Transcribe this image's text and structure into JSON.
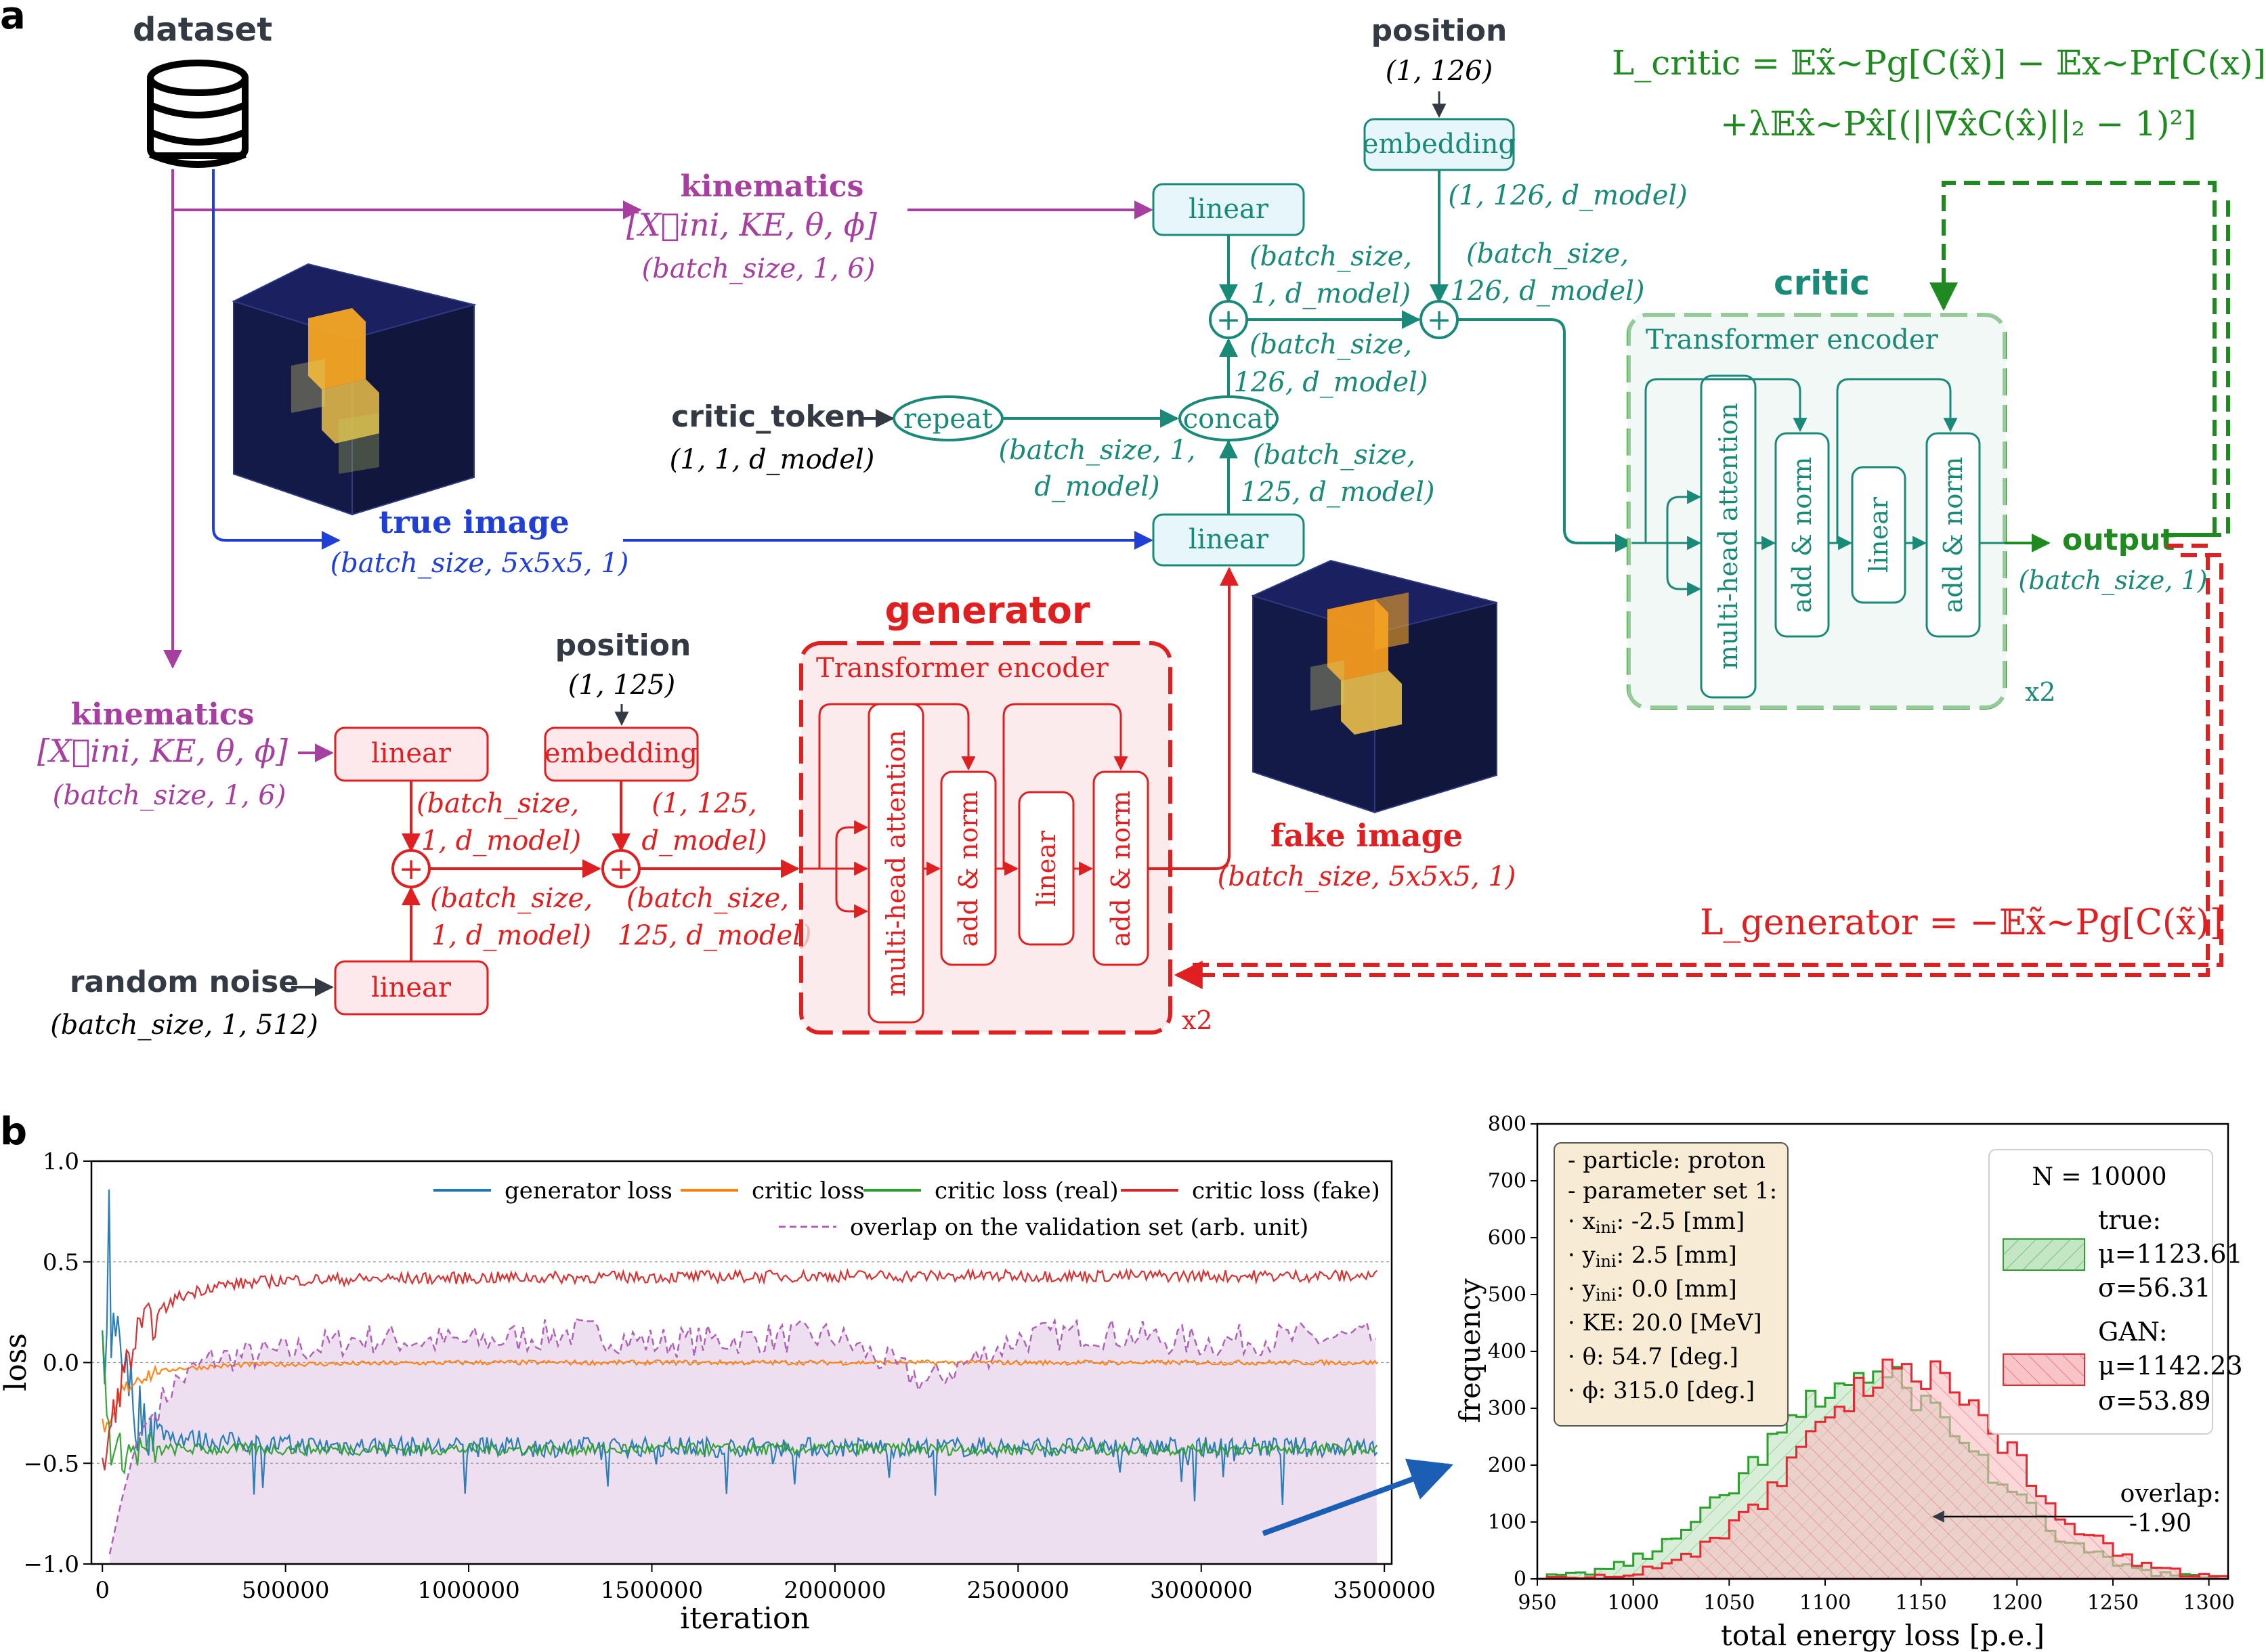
{
  "panel_a": {
    "letter": "a",
    "dataset": "dataset",
    "kinematics_top": {
      "title": "kinematics",
      "vector": "[X⃗ini, KE, θ, ϕ]",
      "shape": "(batch_size, 1, 6)"
    },
    "kinematics_bottom": {
      "title": "kinematics",
      "vector": "[X⃗ini, KE, θ, ϕ]",
      "shape": "(batch_size, 1, 6)"
    },
    "true_image": {
      "label": "true image",
      "shape": "(batch_size, 5x5x5, 1)"
    },
    "fake_image": {
      "label": "fake image",
      "shape": "(batch_size, 5x5x5, 1)"
    },
    "critic_token": {
      "label": "critic_token",
      "shape": "(1, 1, d_model)"
    },
    "random_noise": {
      "label": "random noise",
      "shape": "(batch_size, 1, 512)"
    },
    "position_critic": {
      "label": "position",
      "shape": "(1, 126)"
    },
    "position_gen": {
      "label": "position",
      "shape": "(1, 125)"
    },
    "nodes": {
      "embedding": "embedding",
      "linear": "linear",
      "repeat": "repeat",
      "concat": "concat",
      "plus": "+",
      "mha": "multi-head attention",
      "addnorm": "add & norm"
    },
    "critic": {
      "title": "critic",
      "encoder": "Transformer encoder",
      "repeat_count": "x2",
      "output": "output",
      "output_shape": "(batch_size, 1)"
    },
    "generator": {
      "title": "generator",
      "encoder": "Transformer encoder",
      "repeat_count": "x2"
    },
    "shapes": {
      "emb_out": "(1, 126, d_model)",
      "kin_lin_1": "(batch_size,",
      "kin_lin_2": "1, d_model)",
      "after_emb_1": "(batch_size,",
      "after_emb_2": "126, d_model)",
      "after_concat_1": "(batch_size,",
      "after_concat_2": "126, d_model)",
      "repeat_out_1": "(batch_size, 1,",
      "repeat_out_2": "d_model)",
      "img_lin_1": "(batch_size,",
      "img_lin_2": "125, d_model)",
      "g_lin_1": "(batch_size,",
      "g_lin_2": "1, d_model)",
      "g_emb_1": "(1, 125,",
      "g_emb_2": "d_model)",
      "g_noise_1": "(batch_size,",
      "g_noise_2": "1, d_model)",
      "g_sum_1": "(batch_size,",
      "g_sum_2": "125, d_model)"
    },
    "loss_critic_1": "L_critic = 𝔼x̃∼Pg[C(x̃)] − 𝔼x∼Pr[C(x)]",
    "loss_critic_2": "+λ𝔼x̂∼Px̂[(||∇x̂C(x̂)||₂ − 1)²]",
    "loss_generator": "L_generator = −𝔼x̃∼Pg[C(x̃)]",
    "colors": {
      "purple": "#a63fa0",
      "blue": "#1f3fd6",
      "teal": "#1a8a78",
      "red": "#e02020",
      "green": "#1f8a1f",
      "dark": "#333a44"
    }
  },
  "panel_b": {
    "letter": "b",
    "chart_data": [
      {
        "type": "line",
        "ylabel": "loss",
        "xlabel": "iteration",
        "xlim": [
          -30000,
          3520000
        ],
        "ylim": [
          -1.0,
          1.0
        ],
        "xticks": [
          0,
          500000,
          1000000,
          1500000,
          2000000,
          2500000,
          3000000,
          3500000
        ],
        "xtick_labels": [
          "0",
          "500000",
          "1000000",
          "1500000",
          "2000000",
          "2500000",
          "3000000",
          "3500000"
        ],
        "yticks": [
          -1.0,
          -0.5,
          0.0,
          0.5,
          1.0
        ],
        "ytick_labels": [
          "−1.0",
          "−0.5",
          "0.0",
          "0.5",
          "1.0"
        ],
        "grid": "horizontal dotted",
        "legend_position": "top-right",
        "series": [
          {
            "name": "generator loss",
            "color": "#1f77b4",
            "x": [
              0,
              30000,
              60000,
              100000,
              150000,
              200000,
              300000,
              500000,
              1000000,
              2000000,
              3000000,
              3480000
            ],
            "values": [
              0.0,
              0.2,
              -0.05,
              -0.25,
              -0.33,
              -0.37,
              -0.39,
              -0.41,
              -0.42,
              -0.42,
              -0.42,
              -0.42
            ]
          },
          {
            "name": "critic loss",
            "color": "#ff7f0e",
            "x": [
              0,
              20000,
              50000,
              100000,
              200000,
              400000,
              1000000,
              2000000,
              3000000,
              3480000
            ],
            "values": [
              -0.3,
              -0.35,
              -0.15,
              -0.07,
              -0.03,
              -0.01,
              0.0,
              0.0,
              0.0,
              0.0
            ]
          },
          {
            "name": "critic loss (real)",
            "color": "#2ca02c",
            "x": [
              0,
              20000,
              40000,
              100000,
              200000,
              500000,
              1000000,
              2000000,
              3000000,
              3480000
            ],
            "values": [
              0.1,
              -0.4,
              -0.45,
              -0.44,
              -0.43,
              -0.43,
              -0.43,
              -0.43,
              -0.43,
              -0.43
            ]
          },
          {
            "name": "critic loss (fake)",
            "color": "#d62728",
            "x": [
              0,
              20000,
              50000,
              100000,
              200000,
              300000,
              500000,
              1000000,
              2000000,
              3000000,
              3480000
            ],
            "values": [
              -0.55,
              -0.35,
              -0.1,
              0.15,
              0.32,
              0.38,
              0.41,
              0.42,
              0.43,
              0.43,
              0.43
            ]
          },
          {
            "name": "overlap on the validation set (arb. unit)",
            "color": "#b060b8",
            "x": [
              20000,
              50000,
              100000,
              200000,
              300000,
              500000,
              700000,
              1000000,
              1300000,
              1500000,
              1800000,
              2000000,
              2250000,
              2500000,
              2700000,
              3000000,
              3200000,
              3480000
            ],
            "values": [
              -0.95,
              -0.7,
              -0.35,
              -0.1,
              0.02,
              0.05,
              0.12,
              0.1,
              0.15,
              0.1,
              0.12,
              0.13,
              -0.1,
              0.12,
              0.15,
              0.1,
              0.12,
              0.12
            ]
          }
        ]
      },
      {
        "type": "bar",
        "ylabel": "frequency",
        "xlabel": "total energy loss [p.e.]",
        "xlim": [
          950,
          1310
        ],
        "ylim": [
          0,
          800
        ],
        "xticks": [
          950,
          1000,
          1050,
          1100,
          1150,
          1200,
          1250,
          1300
        ],
        "yticks": [
          0,
          100,
          200,
          300,
          400,
          500,
          600,
          700,
          800
        ],
        "legend_position": "top-right",
        "info_box": [
          "- particle: proton",
          "- parameter set 1:",
          "· x",
          "· y",
          "· y",
          "· KE: 20.0 [MeV]",
          "· θ: 54.7 [deg.]",
          "· ϕ: 315.0 [deg.]"
        ],
        "info_box_sub": {
          "x_sub": "ini",
          "x_val": ": -2.5 [mm]",
          "y1_sub": "ini",
          "y1_val": ": 2.5 [mm]",
          "y2_sub": "ini",
          "y2_val": ": 0.0 [mm]"
        },
        "legend": {
          "n": "N = 10000",
          "true_label": "true:",
          "true_mu": "μ=1123.61",
          "true_sigma": "σ=56.31",
          "gan_label": "GAN:",
          "gan_mu": "μ=1142.23",
          "gan_sigma": "σ=53.89"
        },
        "overlap_label_1": "overlap:",
        "overlap_label_2": "-1.90",
        "series": [
          {
            "name": "true",
            "color": "#2ca02c",
            "mean": 1123.61,
            "sigma": 56.31
          },
          {
            "name": "GAN",
            "color": "#e8272e",
            "mean": 1142.23,
            "sigma": 53.89
          }
        ]
      }
    ]
  }
}
